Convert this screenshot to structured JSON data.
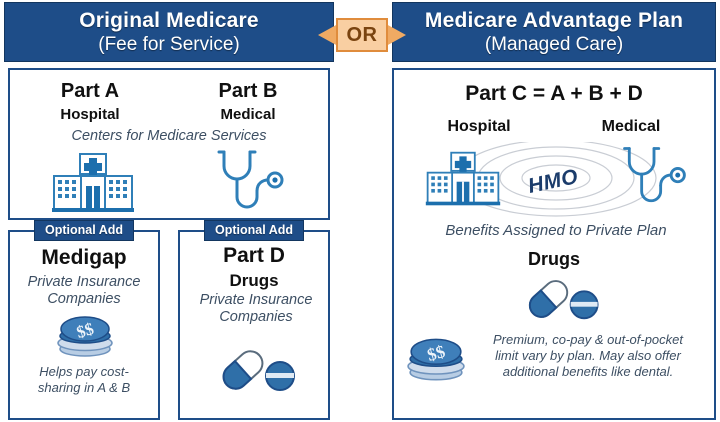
{
  "connector": {
    "label": "OR",
    "fill": "#f9cfa2",
    "border": "#e08c3c",
    "text_color": "#7a4410"
  },
  "theme": {
    "navy": "#1e4d88",
    "navy_dark": "#13365f",
    "icon_blue": "#1c6fad",
    "italic_text": "#3d4f63"
  },
  "left": {
    "header": {
      "line1": "Original Medicare",
      "line2": "(Fee for Service)"
    },
    "ab_box": {
      "part_a": {
        "title": "Part A",
        "subtitle": "Hospital",
        "icon": "hospital-icon"
      },
      "part_b": {
        "title": "Part B",
        "subtitle": "Medical",
        "icon": "stethoscope-icon"
      },
      "agency": "Centers for Medicare Services"
    },
    "medigap": {
      "tab": "Optional Add",
      "title": "Medigap",
      "provider_line1": "Private Insurance",
      "provider_line2": "Companies",
      "icon": "coin-stack-icon",
      "note_line1": "Helps pay cost-",
      "note_line2": "sharing in A & B"
    },
    "part_d": {
      "tab": "Optional Add",
      "title": "Part D",
      "subtitle": "Drugs",
      "provider_line1": "Private Insurance",
      "provider_line2": "Companies",
      "icon": "pills-icon"
    }
  },
  "right": {
    "header": {
      "line1": "Medicare Advantage Plan",
      "line2": "(Managed Care)"
    },
    "part_c": {
      "equation": "Part C = A + B + D",
      "hospital_label": "Hospital",
      "medical_label": "Medical",
      "plan_type": "HMO",
      "hospital_icon": "hospital-icon",
      "medical_icon": "stethoscope-icon",
      "benefits": "Benefits Assigned to Private Plan",
      "drugs_label": "Drugs",
      "drugs_icon": "pills-icon",
      "cost_icon": "coin-stack-icon",
      "note_line1": "Premium, co-pay & out-of-pocket",
      "note_line2": "limit vary by plan.  May also offer",
      "note_line3": "additional benefits like dental."
    }
  }
}
